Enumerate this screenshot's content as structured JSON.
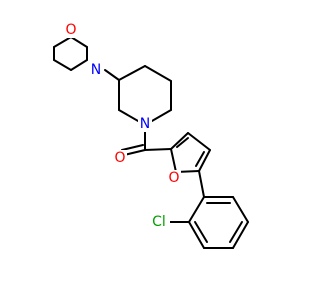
{
  "molecule": {
    "atoms": {
      "morpholine_oxygen": "O",
      "morpholine_nitrogen": "N",
      "piperidine_nitrogen": "N",
      "carbonyl_oxygen": "O",
      "furan_oxygen": "O",
      "chlorine": "Cl"
    },
    "colors": {
      "oxygen": "#ff0000",
      "nitrogen": "#0000ff",
      "chlorine": "#00a000",
      "bond": "#000000",
      "background": "#ffffff"
    }
  }
}
